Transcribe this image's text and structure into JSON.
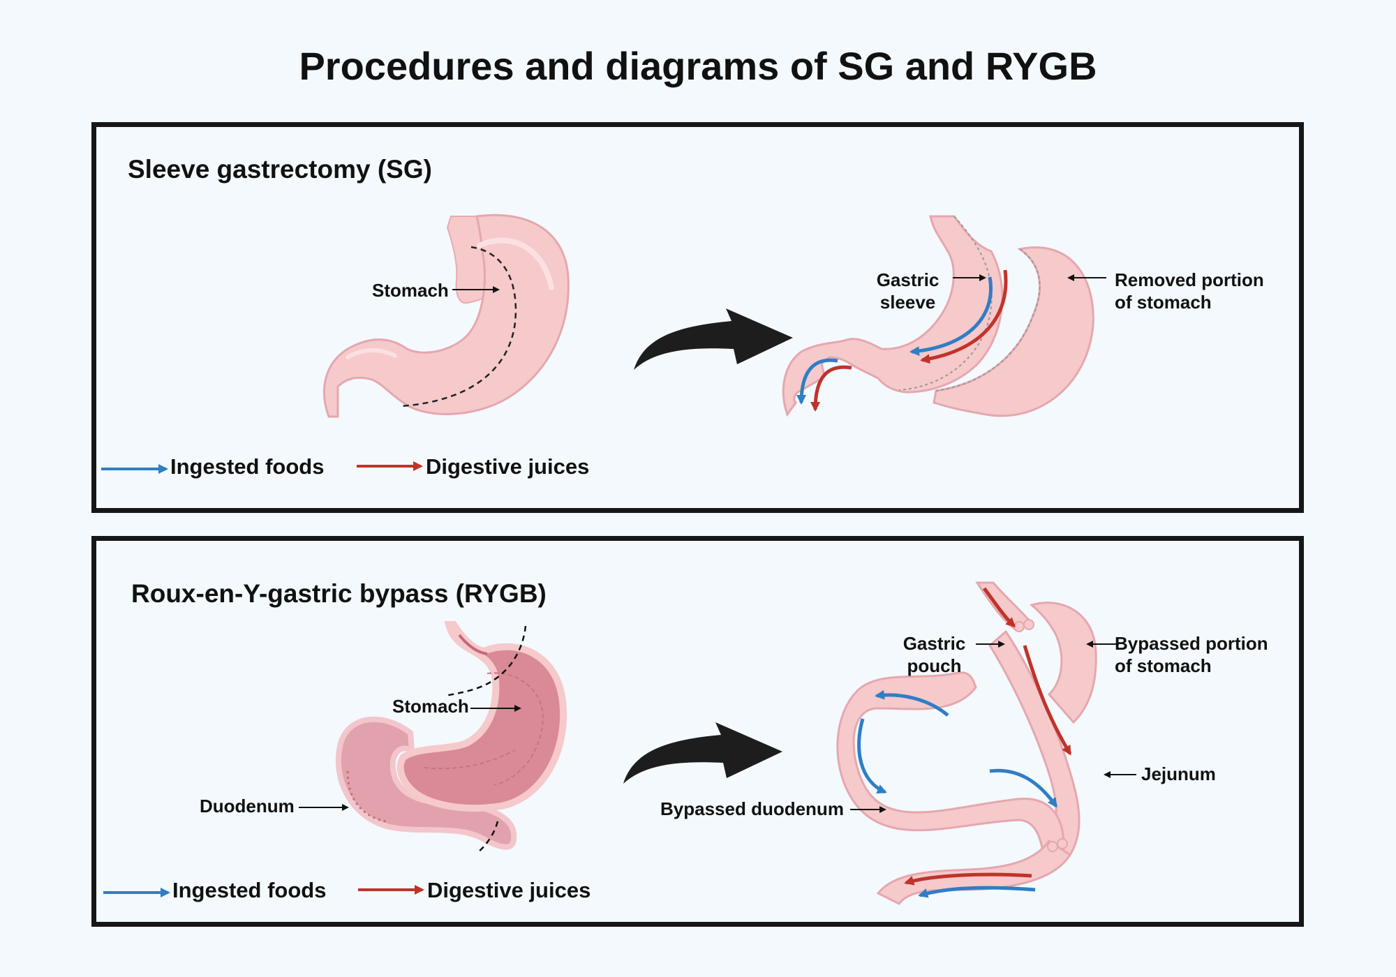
{
  "title": "Procedures and diagrams of SG and RYGB",
  "colors": {
    "ingested": "#2f7ec6",
    "digestive": "#c0332b",
    "tissue": "#f6c9cb",
    "tissue_dark": "#d97e8b",
    "border": "#161616"
  },
  "sg": {
    "title": "Sleeve gastrectomy (SG)",
    "stomach_label": "Stomach",
    "gastric_sleeve_label_1": "Gastric",
    "gastric_sleeve_label_2": "sleeve",
    "removed_label_1": "Removed portion",
    "removed_label_2": "of stomach",
    "legend_ingested": "Ingested foods",
    "legend_digestive": "Digestive juices"
  },
  "rygb": {
    "title": "Roux-en-Y-gastric bypass (RYGB)",
    "stomach_label": "Stomach",
    "duodenum_label": "Duodenum",
    "gastric_pouch_label_1": "Gastric",
    "gastric_pouch_label_2": "pouch",
    "bypassed_stomach_label_1": "Bypassed portion",
    "bypassed_stomach_label_2": "of stomach",
    "jejunum_label": "Jejunum",
    "bypassed_duodenum_label": "Bypassed duodenum",
    "legend_ingested": "Ingested foods",
    "legend_digestive": "Digestive juices"
  }
}
